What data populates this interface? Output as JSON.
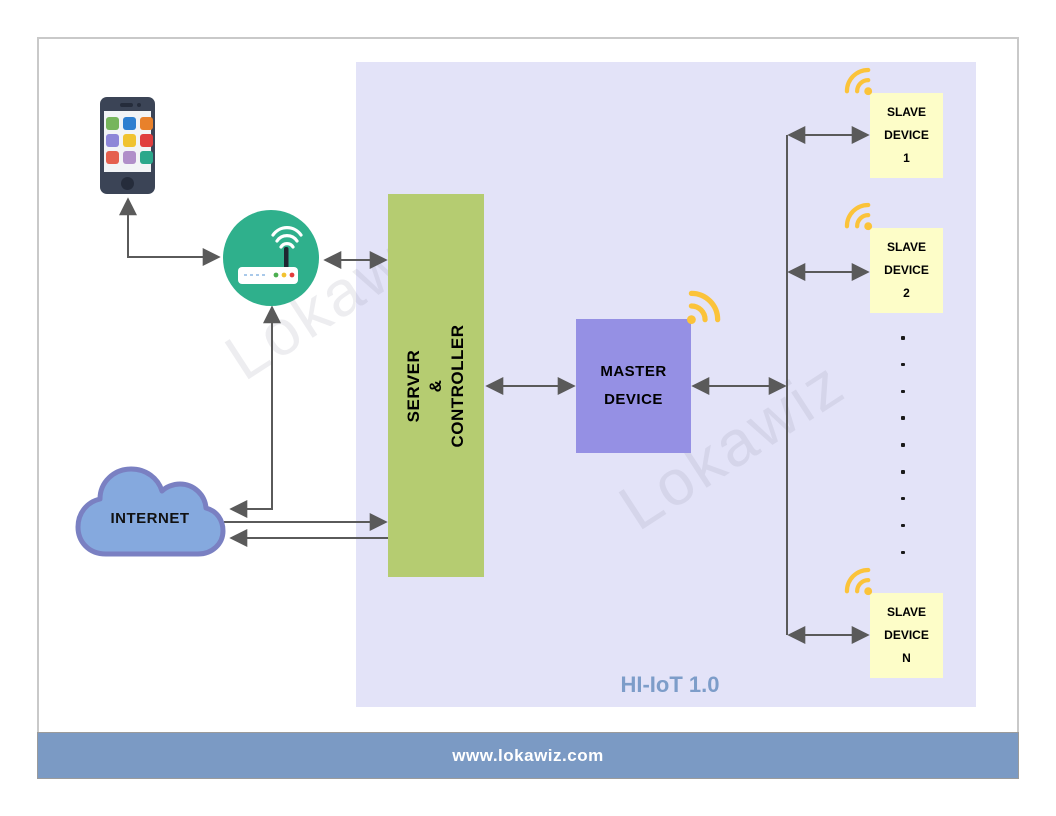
{
  "region": {
    "label": "HI-IoT 1.0"
  },
  "footer": {
    "url": "www.lokawiz.com"
  },
  "watermark": {
    "text": "Lokawiz"
  },
  "nodes": {
    "internet": {
      "label": "INTERNET"
    },
    "server": {
      "lines": [
        "SERVER",
        "&",
        "CONTROLLER"
      ]
    },
    "master": {
      "lines": [
        "MASTER",
        "DEVICE"
      ]
    },
    "slaves": [
      {
        "lines": [
          "SLAVE",
          "DEVICE",
          "1"
        ]
      },
      {
        "lines": [
          "SLAVE",
          "DEVICE",
          "2"
        ]
      },
      {
        "lines": [
          "SLAVE",
          "DEVICE",
          "N"
        ]
      }
    ],
    "ellipsis_dot_count": 9
  },
  "colors": {
    "lavender": "#e3e3f8",
    "server-green": "#b5cc71",
    "master-purple": "#9590e4",
    "slave-yellow": "#fdfdc8",
    "cloud-fill": "#85a9de",
    "cloud-stroke": "#7a80c2",
    "teal": "#2fb08c",
    "wifi-yellow": "#fbc33a",
    "footer-blue": "#7b9ac4",
    "arrow-gray": "#5a5a5a",
    "region-blue": "#7d9dc9"
  }
}
